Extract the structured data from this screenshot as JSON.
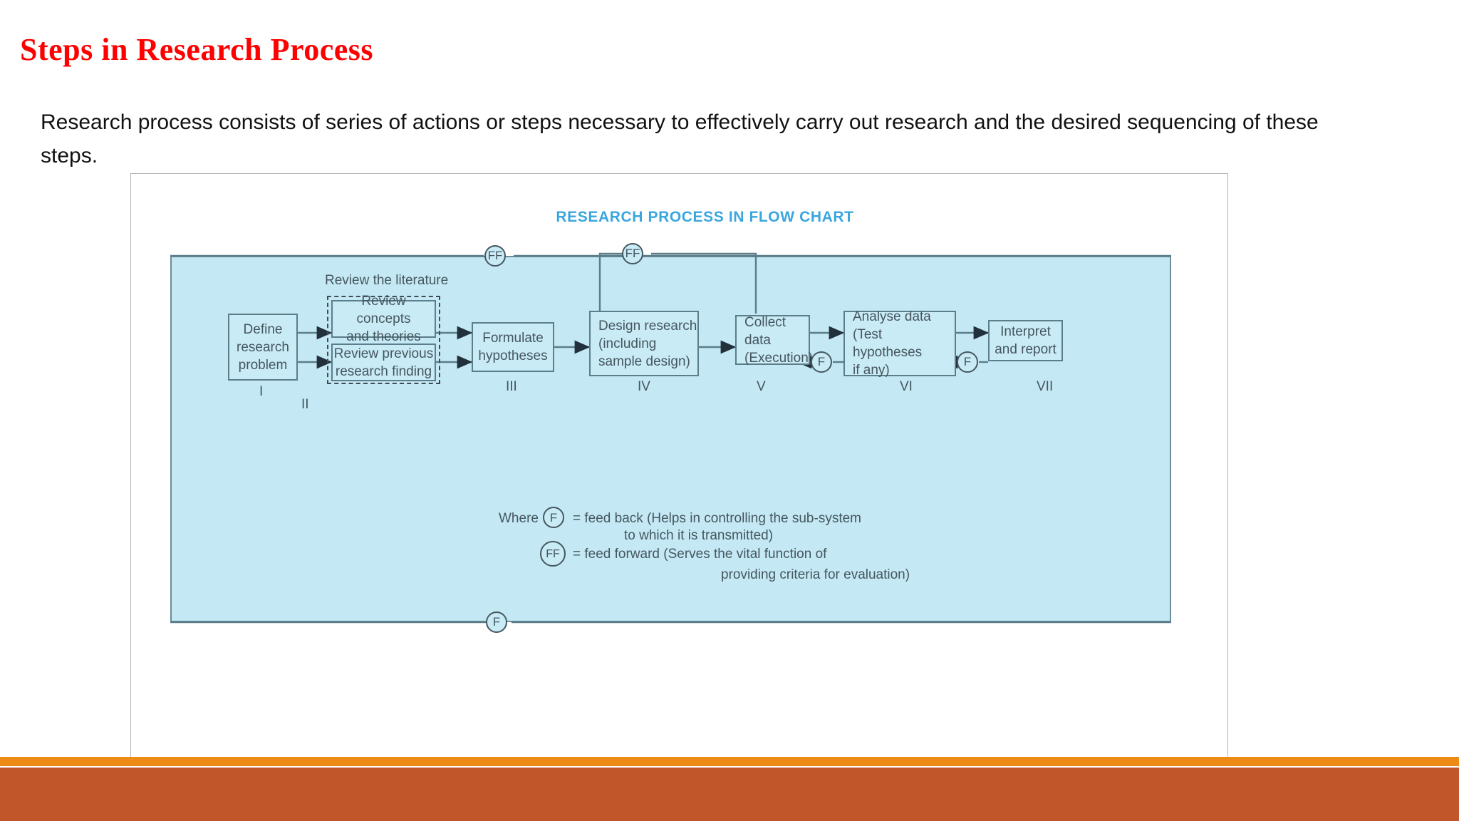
{
  "slide": {
    "title": "Steps in Research Process",
    "title_color": "#FE0000",
    "body": "Research process consists of series of actions or steps necessary to effectively carry out research and the desired sequencing of these steps."
  },
  "diagram": {
    "title": "RESEARCH PROCESS IN FLOW CHART",
    "title_color": "#3AA6DE",
    "canvas_color": "#C4E9F5",
    "node_color": "#C9EBF6",
    "stroke_color": "#5C7D8A",
    "nodes": [
      {
        "id": "define",
        "label": "Define\nresearch\nproblem",
        "roman": "I"
      },
      {
        "id": "concepts",
        "label": "Review concepts\nand theories",
        "roman": ""
      },
      {
        "id": "previous",
        "label": "Review previous\nresearch finding",
        "roman": ""
      },
      {
        "id": "group2",
        "label": "Review the literature",
        "roman": "II"
      },
      {
        "id": "hypoth",
        "label": "Formulate\nhypotheses",
        "roman": "III"
      },
      {
        "id": "design",
        "label": "Design research\n(including\nsample design)",
        "roman": "IV"
      },
      {
        "id": "collect",
        "label": "Collect data\n(Execution)",
        "roman": "V"
      },
      {
        "id": "analyse",
        "label": "Analyse data\n(Test hypotheses\nif any)",
        "roman": "VI"
      },
      {
        "id": "interpret",
        "label": "Interpret\nand report",
        "roman": "VII"
      }
    ],
    "node_labels": {
      "define_l1": "Define",
      "define_l2": "research",
      "define_l3": "problem",
      "concepts_l1": "Review concepts",
      "concepts_l2": "and theories",
      "previous_l1": "Review previous",
      "previous_l2": "research finding",
      "group_caption": "Review the literature",
      "hypoth_l1": "Formulate",
      "hypoth_l2": "hypotheses",
      "design_l1": "Design research",
      "design_l2": "(including",
      "design_l3": "sample design)",
      "collect_l1": "Collect data",
      "collect_l2": "(Execution)",
      "analyse_l1": "Analyse data",
      "analyse_l2": "(Test hypotheses",
      "analyse_l3": "if any)",
      "interpret_l1": "Interpret",
      "interpret_l2": "and report"
    },
    "romans": {
      "i": "I",
      "ii": "II",
      "iii": "III",
      "iv": "IV",
      "v": "V",
      "vi": "VI",
      "vii": "VII"
    },
    "markers": {
      "f": "F",
      "ff": "FF"
    },
    "legend": {
      "where": "Where",
      "f_symbol": "F",
      "f_text_line1": "= feed back (Helps in controlling the sub-system",
      "f_text_line2": "to which it is transmitted)",
      "ff_symbol": "FF",
      "ff_text_line1": "= feed forward (Serves the vital function of",
      "ff_text_line2": "providing criteria for evaluation)"
    }
  },
  "footer": {
    "accent_orange": "#EE8B16",
    "accent_brown": "#C0562A"
  }
}
